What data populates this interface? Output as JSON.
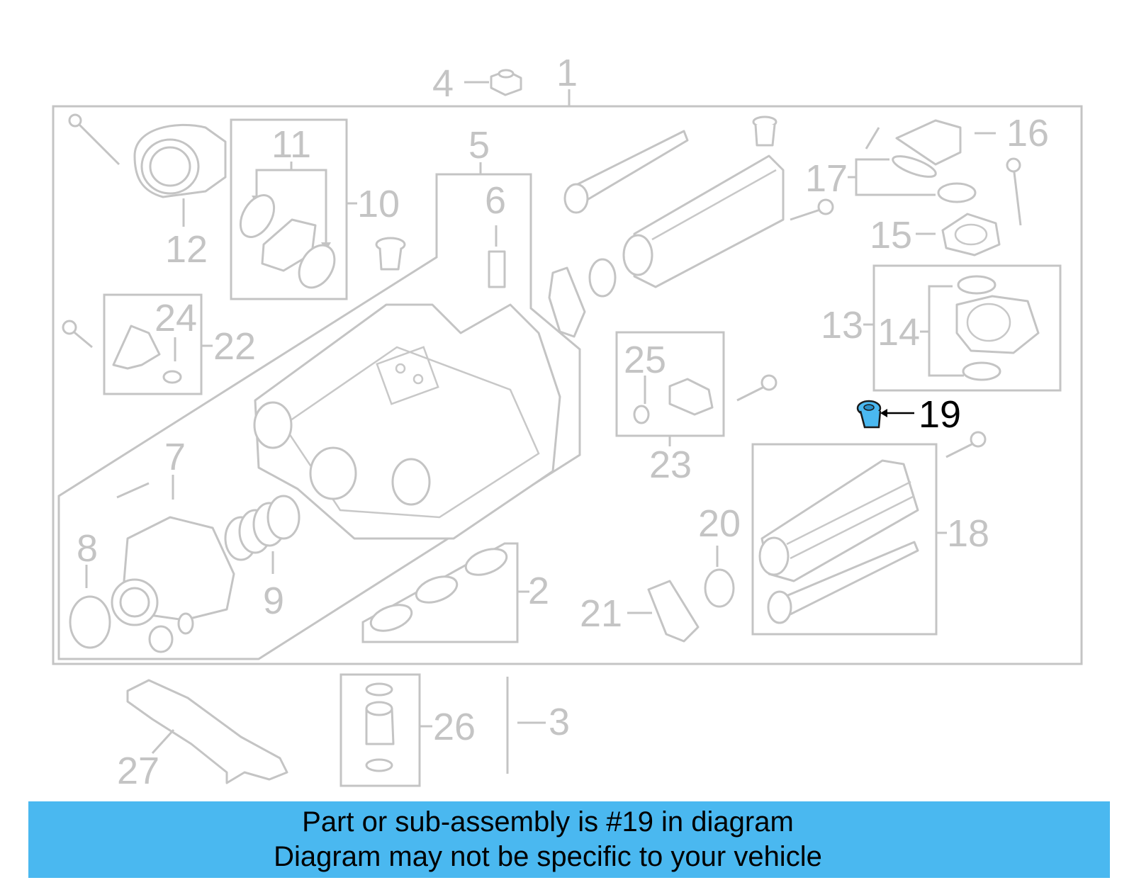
{
  "colors": {
    "line": "#c4c4c4",
    "highlight": "#4ab8f0",
    "highlight_label": "#000000",
    "banner_bg": "#4ab8f0"
  },
  "callouts": {
    "c1": "1",
    "c2": "2",
    "c3": "3",
    "c4": "4",
    "c5": "5",
    "c6": "6",
    "c7": "7",
    "c8": "8",
    "c9": "9",
    "c10": "10",
    "c11": "11",
    "c12": "12",
    "c13": "13",
    "c14": "14",
    "c15": "15",
    "c16": "16",
    "c17": "17",
    "c18": "18",
    "c19": "19",
    "c20": "20",
    "c21": "21",
    "c22": "22",
    "c23": "23",
    "c24": "24",
    "c25": "25",
    "c26": "26",
    "c27": "27"
  },
  "highlighted_part": "19",
  "banner": {
    "line1": "Part or sub-assembly is #19 in diagram",
    "line2": "Diagram may not be specific to your vehicle"
  }
}
